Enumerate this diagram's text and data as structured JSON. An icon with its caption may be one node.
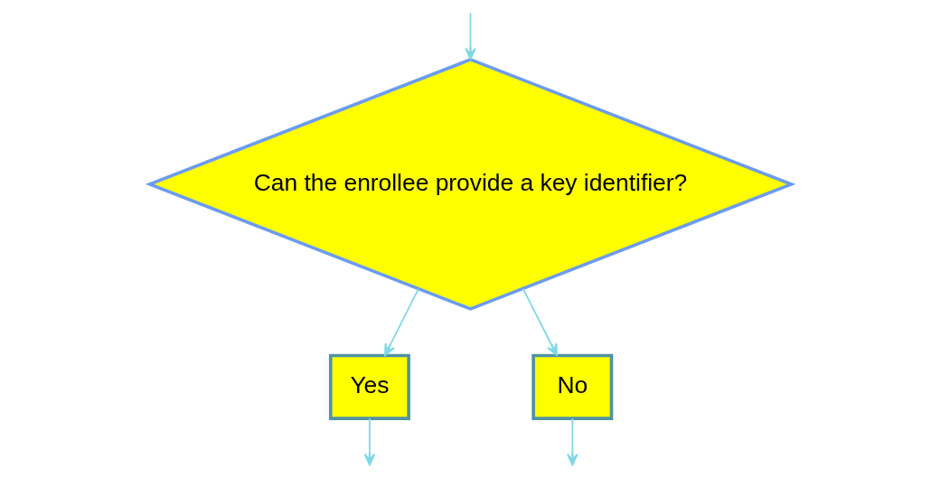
{
  "diagram": {
    "nodes": [
      {
        "text": [
          "Can the enrollee provide a key identifier?"
        ]
      },
      {
        "text": [
          "Yes"
        ]
      },
      {
        "text": [
          "No"
        ]
      }
    ],
    "edges": [
      {
        "from": null,
        "to": 0,
        "arrow": "to"
      },
      {
        "from": 0,
        "to": 1,
        "arrow": "to"
      },
      {
        "from": 0,
        "to": 2,
        "arrow": "to"
      },
      {
        "from": 1,
        "to": null,
        "arrow": "to"
      },
      {
        "from": 2,
        "to": null,
        "arrow": "to"
      }
    ]
  }
}
